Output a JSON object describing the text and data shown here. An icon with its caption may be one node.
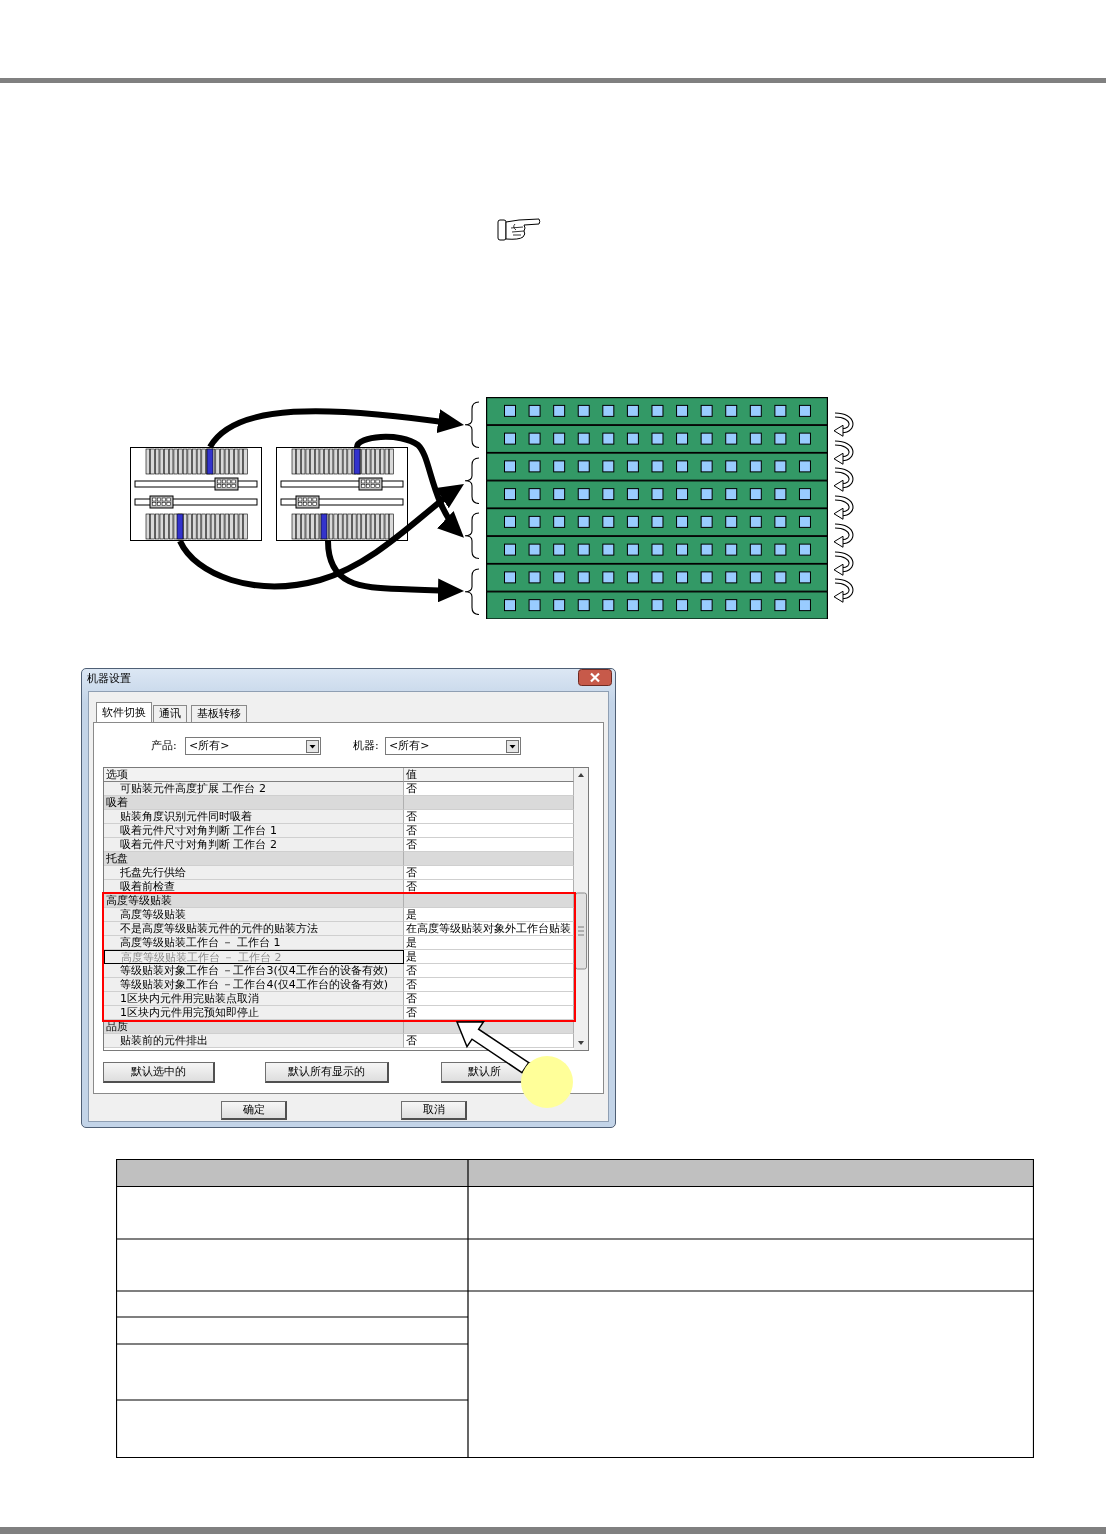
{
  "diagram": {
    "nodes": [
      {
        "text": [],
        "shape": "picture"
      },
      {
        "text": [],
        "shape": "picture"
      },
      {
        "text": [],
        "shape": "brace"
      },
      {
        "text": [],
        "shape": "brace"
      },
      {
        "text": [],
        "shape": "brace"
      },
      {
        "text": [],
        "shape": "brace"
      },
      {
        "text": [
          "高度等级贴装",
          "高度等级贴装",
          "是",
          "不是高度等级贴装元件的元件的贴装方法",
          "在高度等级贴装对象外工作台贴装",
          "高度等级贴装工作台 － 工作台 1",
          "是",
          "高度等级贴装工作台 － 工作台 2",
          "是",
          "等级贴装对象工作台 －工作台3(仅4工作台的设备有效)",
          "否",
          "等级贴装对象工作台 －工作台4(仅4工作台的设备有效)",
          "否",
          "1区块内元件用完贴装点取消",
          "否",
          "1区块内元件用完预知即停止",
          "否"
        ]
      },
      {
        "text": [],
        "shape": "circle"
      }
    ],
    "edges": [
      {
        "from": 0,
        "to": 2,
        "arrow": "to"
      },
      {
        "from": 0,
        "to": 3,
        "arrow": "to"
      },
      {
        "from": 1,
        "to": 4,
        "arrow": "to"
      },
      {
        "from": 1,
        "to": 5,
        "arrow": "to"
      },
      {
        "from": 7,
        "to": 6,
        "arrow": "to",
        "style": "thick",
        "color": "#ffffff"
      }
    ],
    "labels": [
      "机器设置",
      "软件切换",
      "通讯",
      "基板转移",
      "产品:",
      "<所有>",
      "机器:",
      "<所有>",
      "选项",
      "值",
      "可贴装元件高度扩展 工作台 2",
      "否",
      "吸着",
      "贴装角度识别元件同时吸着",
      "否",
      "吸着元件尺寸对角判断 工作台 1",
      "否",
      "吸着元件尺寸对角判断 工作台 2",
      "否",
      "托盘",
      "托盘先行供给",
      "否",
      "吸着前检查",
      "否",
      "品质",
      "贴装前的元件排出",
      "否",
      "默认选中的",
      "默认所有显示的",
      "默认所",
      "确定",
      "取消"
    ]
  }
}
